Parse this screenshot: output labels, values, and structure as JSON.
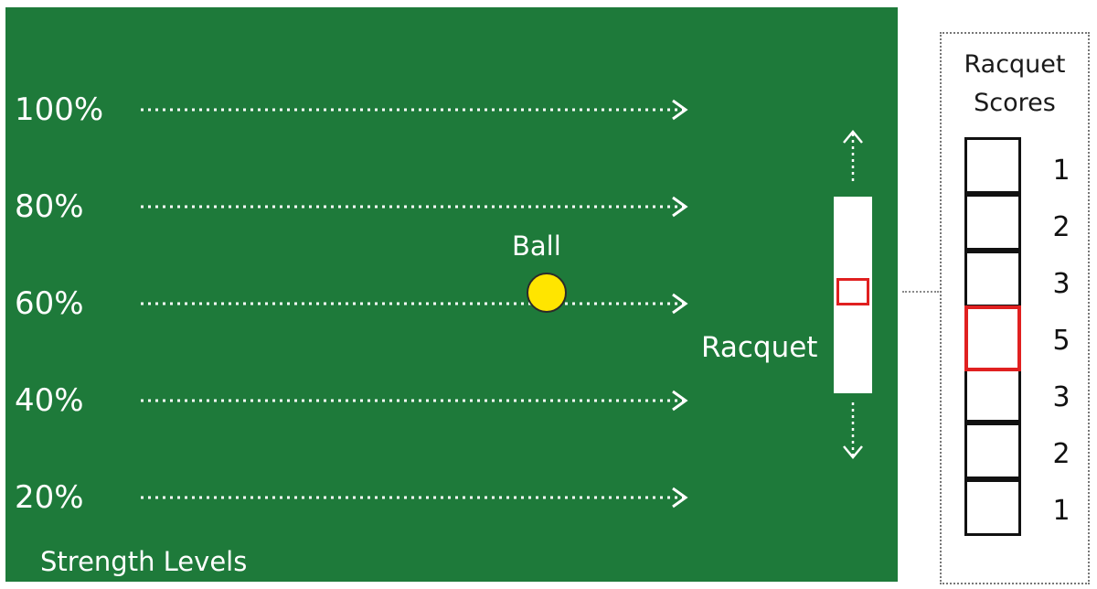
{
  "levels": [
    {
      "label": "100%"
    },
    {
      "label": "80%"
    },
    {
      "label": "60%"
    },
    {
      "label": "40%"
    },
    {
      "label": "20%"
    }
  ],
  "axis_title": "Strength Levels",
  "ball_label": "Ball",
  "racquet_label": "Racquet",
  "scores_title_line1": "Racquet",
  "scores_title_line2": "Scores",
  "scores": [
    "1",
    "2",
    "3",
    "5",
    "3",
    "2",
    "1"
  ],
  "selected_score_index": 3,
  "colors": {
    "field": "#1e7a3a",
    "ball": "#ffe500",
    "highlight": "#e02020",
    "text_on_field": "#ffffff"
  }
}
